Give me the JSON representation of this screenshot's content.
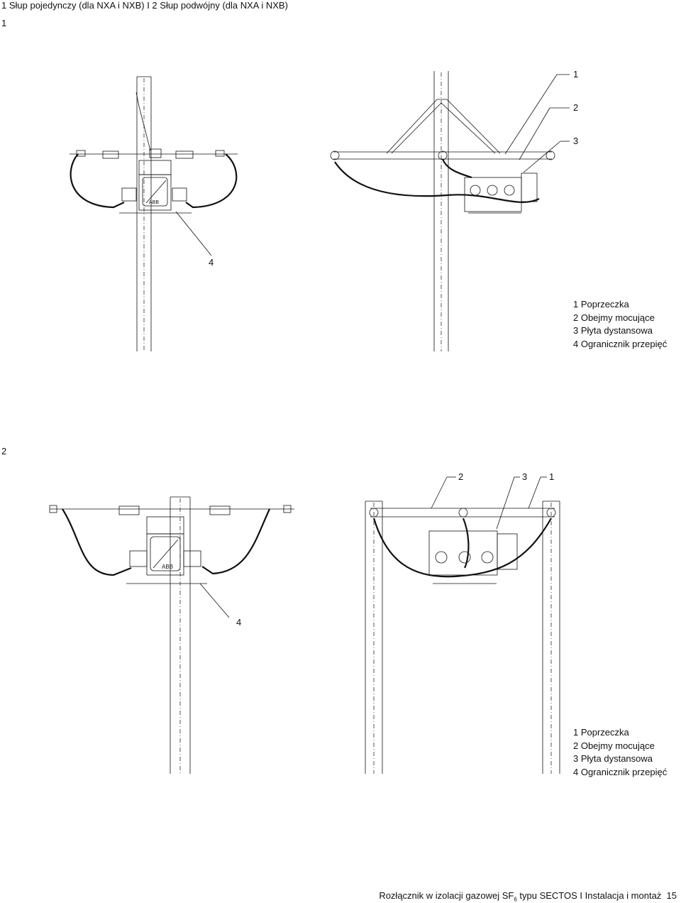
{
  "header": {
    "title": "1 Słup pojedynczy (dla NXA i NXB)  I  2 Słup podwójny (dla NXA i NXB)"
  },
  "section1": {
    "number": "1",
    "callouts": [
      "1",
      "2",
      "3",
      "4"
    ],
    "legend": [
      "1 Poprzeczka",
      "2 Obejmy mocujące",
      "3 Płyta dystansowa",
      "4 Ogranicznik przepięć"
    ]
  },
  "section2": {
    "number": "2",
    "callouts": [
      "2",
      "3",
      "1",
      "4"
    ],
    "legend": [
      "1 Poprzeczka",
      "2 Obejmy mocujące",
      "3 Płyta dystansowa",
      "4 Ogranicznik przepięć"
    ]
  },
  "drawing": {
    "brand": "ABB"
  },
  "footer": {
    "text_before": "Rozłącznik w izolacji gazowej SF",
    "subscript": "6",
    "text_after": " typu SECTOS I Instalacja i montaż",
    "page": "15"
  }
}
